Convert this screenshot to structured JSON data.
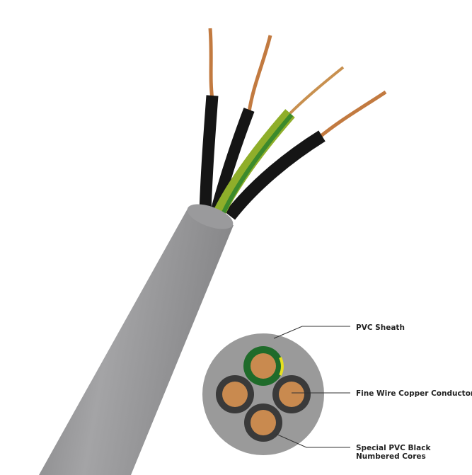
{
  "labels": {
    "sheath": "PVC Sheath",
    "conductors": "Fine Wire Copper Conductors",
    "cores_line1": "Special PVC Black",
    "cores_line2": "Numbered Cores"
  },
  "colors": {
    "sheath": "#8f8f8f",
    "cross_section": "#9a9a9a",
    "core_black": "#3a3a3a",
    "core_earth_green": "#1f6b2a",
    "earth_yellow": "#e6e020",
    "copper": "#c98a4f"
  }
}
